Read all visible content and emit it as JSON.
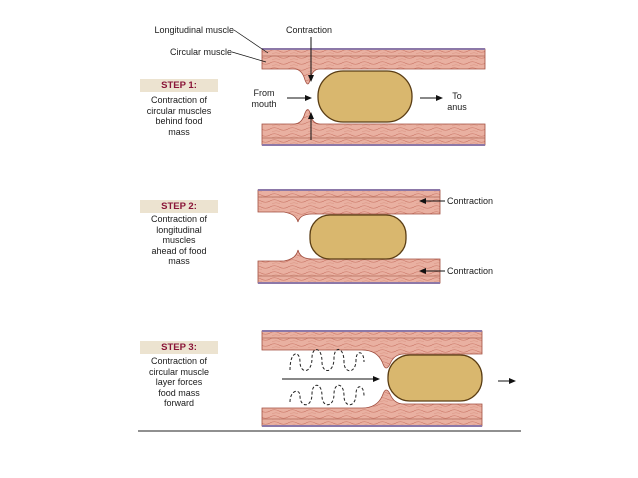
{
  "labels": {
    "longitudinal_muscle": "Longitudinal muscle",
    "circular_muscle": "Circular muscle",
    "contraction_top": "Contraction",
    "from_mouth_1": "From",
    "from_mouth_2": "mouth",
    "to_anus_1": "To",
    "to_anus_2": "anus",
    "contraction_step2_top": "Contraction",
    "contraction_step2_bottom": "Contraction"
  },
  "steps": [
    {
      "title": "STEP 1:",
      "lines": [
        "Contraction of",
        "circular muscles",
        "behind food",
        "mass"
      ]
    },
    {
      "title": "STEP 2:",
      "lines": [
        "Contraction of",
        "longitudinal",
        "muscles",
        "ahead of food",
        "mass"
      ]
    },
    {
      "title": "STEP 3:",
      "lines": [
        "Contraction of",
        "circular muscle",
        "layer forces",
        "food mass",
        "forward"
      ]
    }
  ],
  "colors": {
    "muscle": "#e6a99a",
    "muscle_light": "#f1cabd",
    "fiber": "#c97565",
    "lining": "#b6a7c8",
    "food": "#d9b76e",
    "food_edge": "#6b4a1a",
    "step_bg": "#ece3d0",
    "step_text": "#8a1538"
  }
}
